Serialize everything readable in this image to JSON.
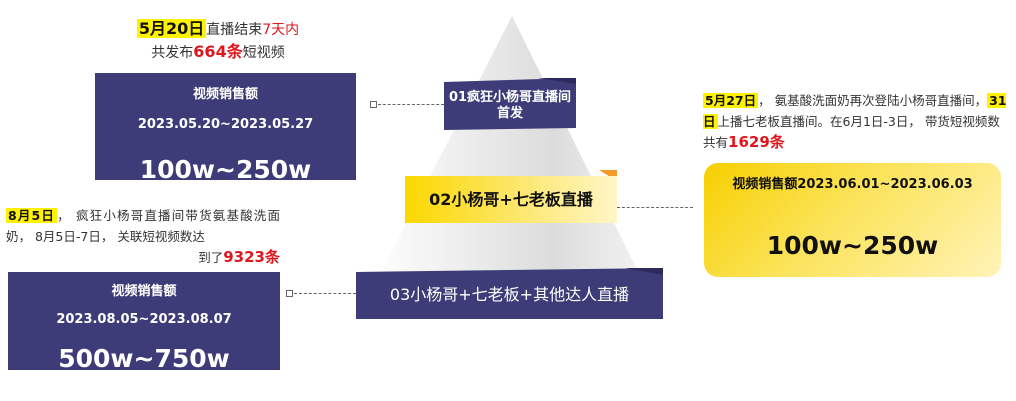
{
  "stages": [
    {
      "label": "01疯狂小杨哥直播间首发",
      "intro": {
        "date": "5月20日",
        "text1": "直播结束",
        "days": "7天内",
        "text2": "共发布",
        "count": "664条",
        "text3": "短视频"
      },
      "sales": {
        "title": "视频销售额",
        "range": "2023.05.20~2023.05.27",
        "value": "100w~250w"
      }
    },
    {
      "label": "02小杨哥+七老板直播",
      "intro": {
        "date": "5月27日",
        "text1": "， 氨基酸洗面奶再次登陆小杨哥直播间，",
        "date2": "31日",
        "text2": "上播七老板直播间。在6月1日-3日， 带货短视频数共有",
        "count": "1629条"
      },
      "sales": {
        "title": "视频销售额2023.06.01~2023.06.03",
        "value": "100w~250w"
      }
    },
    {
      "label": "03小杨哥+七老板+其他达人直播",
      "intro": {
        "date": "8月5日",
        "text1": "， 疯狂小杨哥直播间带货氨基酸洗面奶， 8月5日-7日， 关联短视频数达",
        "text2": "到了",
        "count": "9323条"
      },
      "sales": {
        "title": "视频销售额",
        "range": "2023.08.05~2023.08.07",
        "value": "500w~750w"
      }
    }
  ],
  "colors": {
    "navy": "#3d3c78",
    "highlight": "#fff200",
    "accent_red": "#e0161d",
    "gold": "#f6cf00",
    "orange": "#f39a2b"
  }
}
